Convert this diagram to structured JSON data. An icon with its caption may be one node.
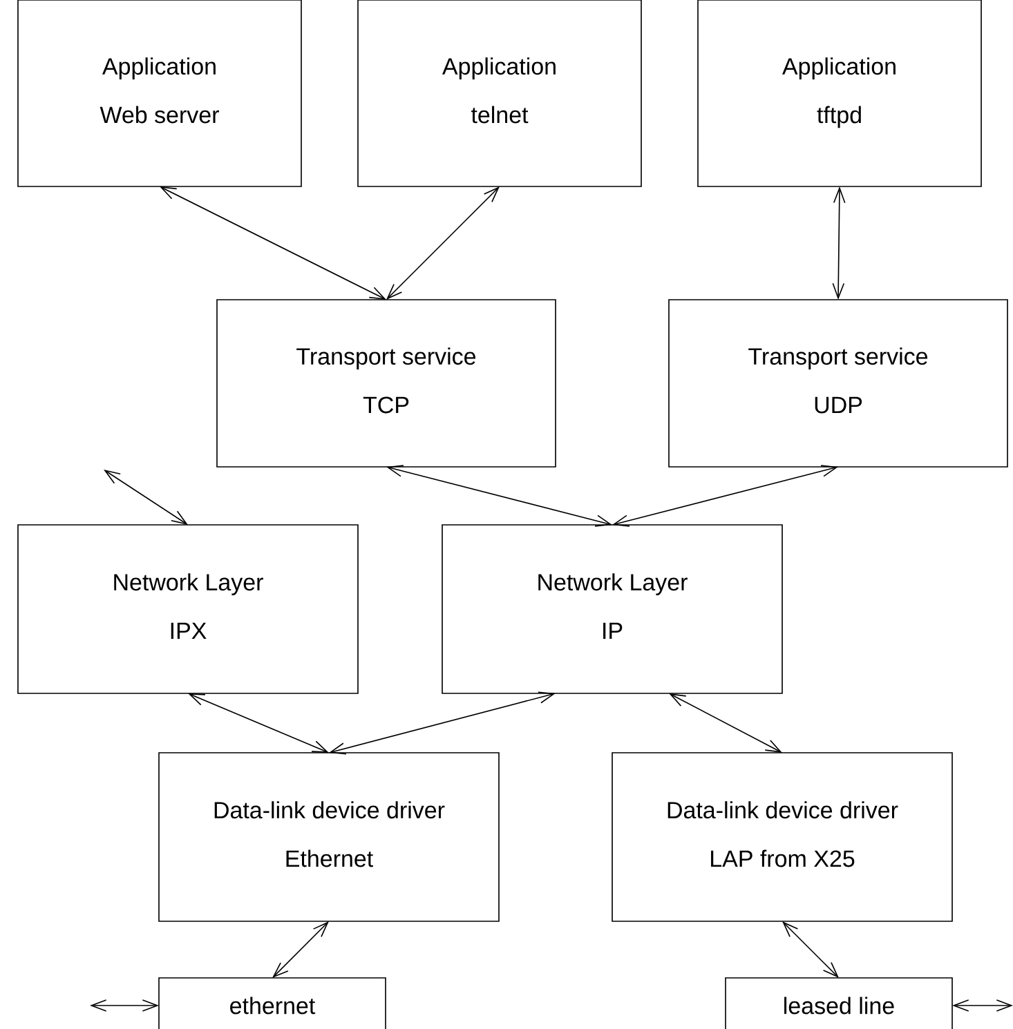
{
  "diagram": {
    "nodes": [
      {
        "text": [
          "Application",
          "Web server"
        ]
      },
      {
        "text": [
          "Application",
          "telnet"
        ]
      },
      {
        "text": [
          "Application",
          "tftpd"
        ]
      },
      {
        "text": [
          "Transport service",
          "TCP"
        ]
      },
      {
        "text": [
          "Transport service",
          "UDP"
        ]
      },
      {
        "text": [
          "Network Layer",
          "IPX"
        ]
      },
      {
        "text": [
          "Network Layer",
          "IP"
        ]
      },
      {
        "text": [
          "Data-link device driver",
          "Ethernet"
        ]
      },
      {
        "text": [
          "Data-link device driver",
          "LAP from X25"
        ]
      },
      {
        "text": [
          "ethernet"
        ]
      },
      {
        "text": [
          "leased line"
        ]
      }
    ],
    "edges": [
      {
        "from": 0,
        "to": 3,
        "arrow": "both"
      },
      {
        "from": 1,
        "to": 3,
        "arrow": "both"
      },
      {
        "from": 2,
        "to": 4,
        "arrow": "both"
      },
      {
        "from": 3,
        "to": 6,
        "arrow": "both"
      },
      {
        "from": 4,
        "to": 6,
        "arrow": "both"
      },
      {
        "from": null,
        "to": 5,
        "arrow": "both"
      },
      {
        "from": 5,
        "to": 7,
        "arrow": "both"
      },
      {
        "from": 6,
        "to": 7,
        "arrow": "both"
      },
      {
        "from": 6,
        "to": 8,
        "arrow": "both"
      },
      {
        "from": 7,
        "to": 9,
        "arrow": "both"
      },
      {
        "from": 8,
        "to": 10,
        "arrow": "both"
      },
      {
        "from": null,
        "to": 9,
        "arrow": "both"
      },
      {
        "from": 10,
        "to": null,
        "arrow": "both"
      }
    ]
  }
}
